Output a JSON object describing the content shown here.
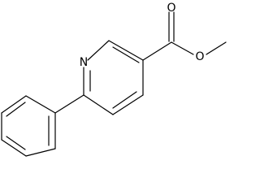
{
  "molecule": {
    "atoms": {
      "nitrogen": "N",
      "carbonyl_oxygen": "O",
      "ester_oxygen": "O"
    },
    "colors": {
      "bond": "#000000",
      "label": "#000000",
      "background": "#ffffff"
    }
  }
}
